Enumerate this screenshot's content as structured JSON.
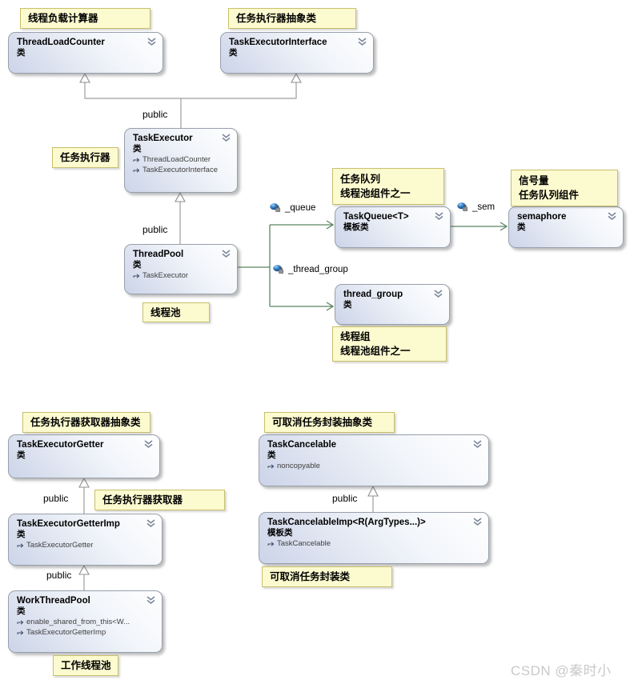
{
  "watermark": "CSDN @秦时小",
  "labels": {
    "public": "public",
    "queue": "_queue",
    "thread_group": "_thread_group",
    "sem": "_sem"
  },
  "classes": {
    "threadLoadCounter": {
      "name": "ThreadLoadCounter",
      "kind": "类"
    },
    "taskExecutorInterface": {
      "name": "TaskExecutorInterface",
      "kind": "类"
    },
    "taskExecutor": {
      "name": "TaskExecutor",
      "kind": "类",
      "members": [
        "ThreadLoadCounter",
        "TaskExecutorInterface"
      ]
    },
    "threadPool": {
      "name": "ThreadPool",
      "kind": "类",
      "members": [
        "TaskExecutor"
      ]
    },
    "taskQueue": {
      "name": "TaskQueue<T>",
      "kind": "模板类"
    },
    "semaphore": {
      "name": "semaphore",
      "kind": "类"
    },
    "threadGroup": {
      "name": "thread_group",
      "kind": "类"
    },
    "taskExecutorGetter": {
      "name": "TaskExecutorGetter",
      "kind": "类"
    },
    "taskExecutorGetterImp": {
      "name": "TaskExecutorGetterImp",
      "kind": "类",
      "members": [
        "TaskExecutorGetter"
      ]
    },
    "workThreadPool": {
      "name": "WorkThreadPool",
      "kind": "类",
      "members": [
        "enable_shared_from_this<W...",
        "TaskExecutorGetterImp"
      ]
    },
    "taskCancelable": {
      "name": "TaskCancelable",
      "kind": "类",
      "members": [
        "noncopyable"
      ]
    },
    "taskCancelableImp": {
      "name": "TaskCancelableImp<R(ArgTypes...)>",
      "kind": "模板类",
      "members": [
        "TaskCancelable"
      ]
    }
  },
  "notes": {
    "threadLoadCounter": {
      "line1": "线程负载计算器"
    },
    "taskExecutorInterface": {
      "line1": "任务执行器抽象类"
    },
    "taskExecutor": {
      "line1": "任务执行器"
    },
    "threadPool": {
      "line1": "线程池"
    },
    "taskQueue": {
      "line1": "任务队列",
      "line2": "线程池组件之一"
    },
    "semaphore": {
      "line1": "信号量",
      "line2": "任务队列组件"
    },
    "threadGroup": {
      "line1": "线程组",
      "line2": "线程池组件之一"
    },
    "taskExecutorGetterAbstract": {
      "line1": "任务执行器获取器抽象类"
    },
    "taskExecutorGetter": {
      "line1": "任务执行器获取器"
    },
    "workThreadPool": {
      "line1": "工作线程池"
    },
    "taskCancelableAbstract": {
      "line1": "可取消任务封装抽象类"
    },
    "taskCancelableImp": {
      "line1": "可取消任务封装类"
    }
  }
}
